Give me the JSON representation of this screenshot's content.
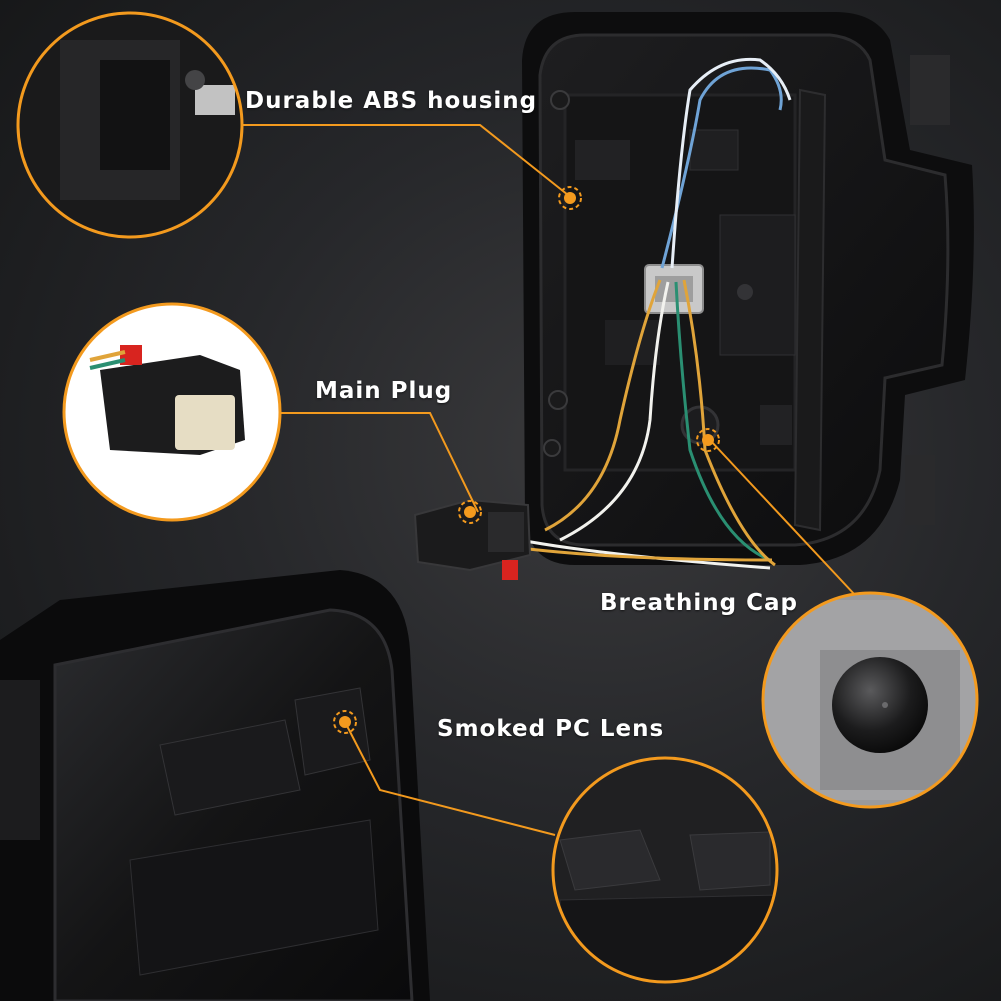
{
  "callouts": [
    {
      "id": "housing",
      "label": "Durable ABS housing"
    },
    {
      "id": "plug",
      "label": "Main Plug"
    },
    {
      "id": "cap",
      "label": "Breathing Cap"
    },
    {
      "id": "lens",
      "label": "Smoked PC Lens"
    }
  ],
  "colors": {
    "accent": "#f39a1e",
    "label_text": "#ffffff",
    "background": "#232427",
    "housing": "#121212"
  }
}
